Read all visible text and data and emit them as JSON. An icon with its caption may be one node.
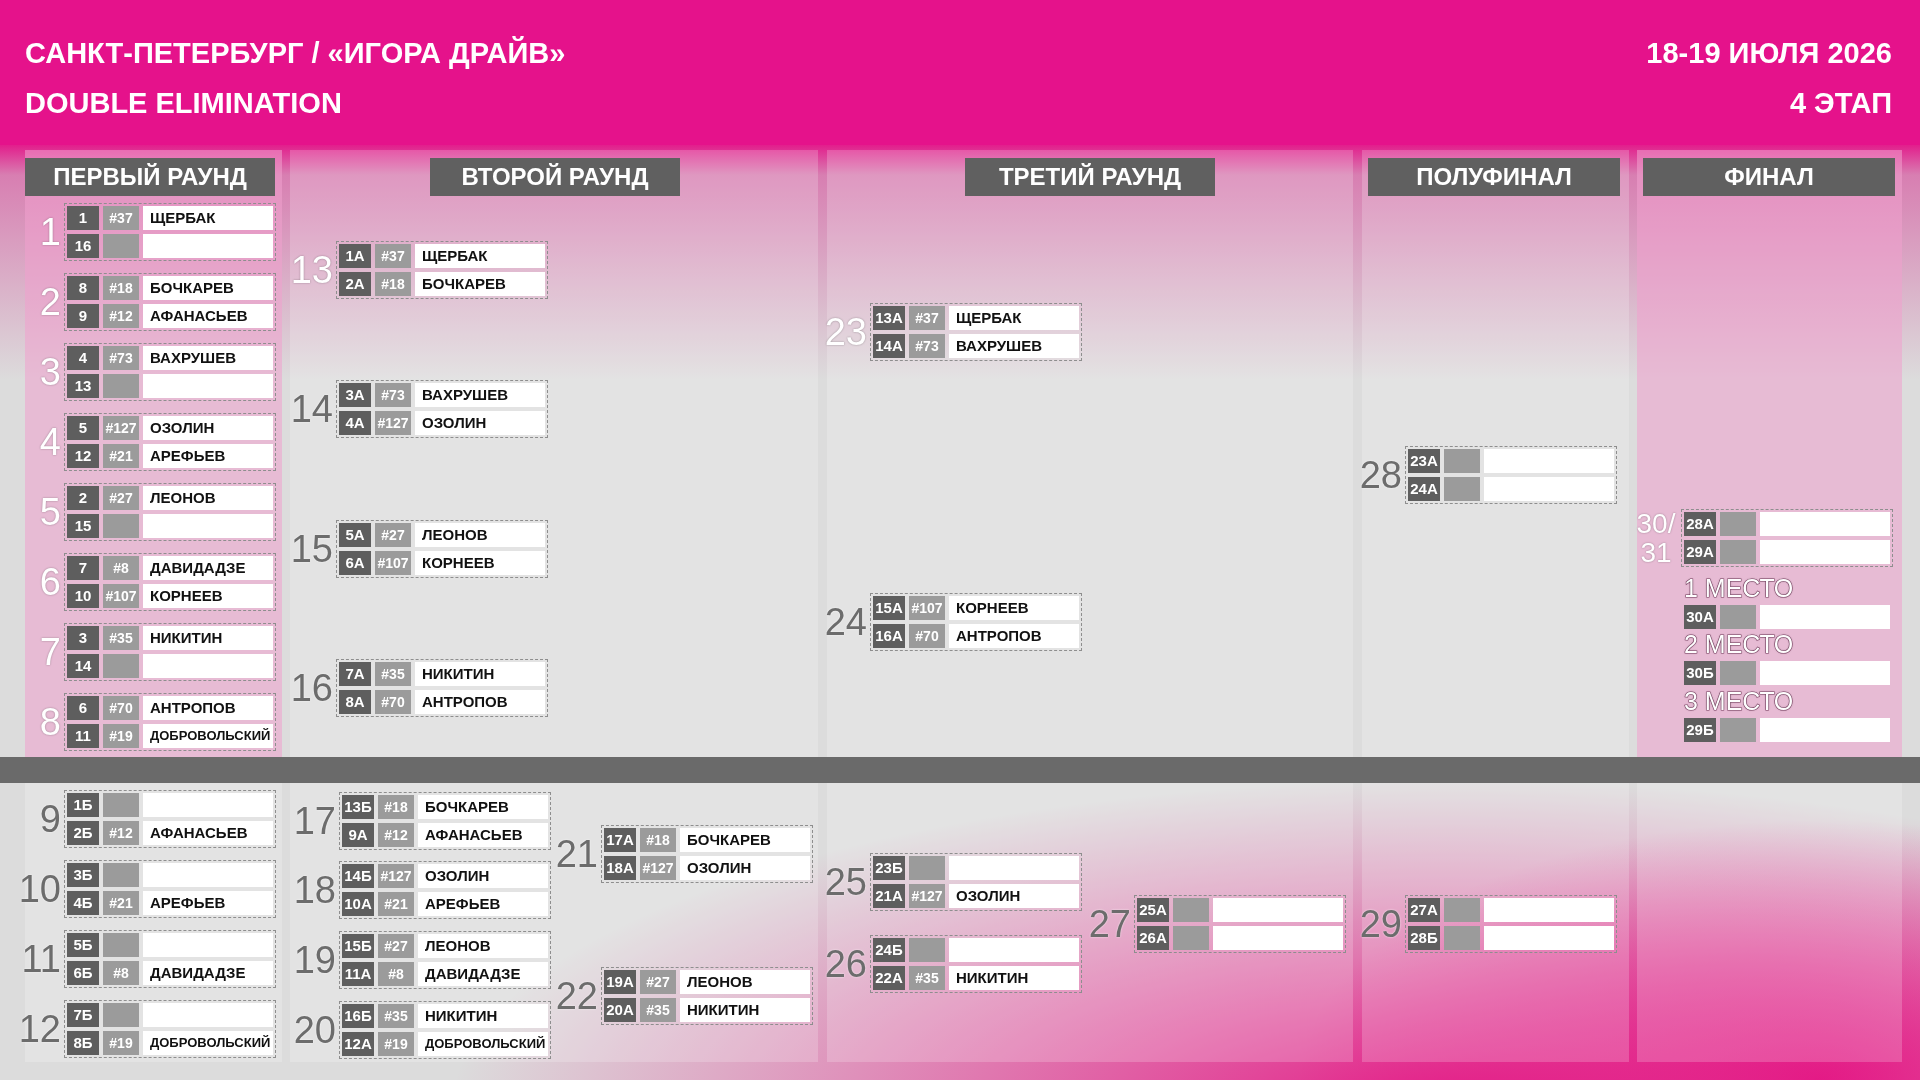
{
  "diagram": {
    "title": "САНКТ-ПЕТЕРБУРГ / «ИГОРА ДРАЙВ»",
    "nodes": [
      {
        "text": [
          "ПЕРВЫЙ РАУНД"
        ]
      },
      {
        "text": [
          "1"
        ]
      },
      {
        "text": [
          "1"
        ],
        "in": 1
      },
      {
        "text": [
          "#37"
        ],
        "in": 1
      },
      {
        "text": [
          "ЩЕРБАК"
        ],
        "in": 1
      },
      {
        "text": [
          "16"
        ],
        "in": 1
      },
      {
        "text": [],
        "shape": "box",
        "in": 1
      },
      {
        "text": [],
        "shape": "box",
        "in": 1
      },
      {
        "text": [
          "2"
        ]
      },
      {
        "text": [
          "8"
        ],
        "in": 8
      },
      {
        "text": [
          "#18"
        ],
        "in": 8
      },
      {
        "text": [
          "БОЧКАРЕВ"
        ],
        "in": 8
      },
      {
        "text": [
          "9"
        ],
        "in": 8
      },
      {
        "text": [
          "#12"
        ],
        "in": 8
      },
      {
        "text": [
          "АФАНАСЬЕВ"
        ],
        "in": 8
      },
      {
        "text": [
          "3"
        ]
      },
      {
        "text": [
          "4"
        ],
        "in": 15
      },
      {
        "text": [
          "#73"
        ],
        "in": 15
      },
      {
        "text": [
          "ВАХРУШЕВ"
        ],
        "in": 15
      },
      {
        "text": [
          "13"
        ],
        "in": 15
      },
      {
        "text": [],
        "shape": "box",
        "in": 15
      },
      {
        "text": [],
        "shape": "box",
        "in": 15
      },
      {
        "text": [
          "4"
        ]
      },
      {
        "text": [
          "5"
        ],
        "in": 22
      },
      {
        "text": [
          "#127"
        ],
        "in": 22
      },
      {
        "text": [
          "ОЗОЛИН"
        ],
        "in": 22
      },
      {
        "text": [
          "12"
        ],
        "in": 22
      },
      {
        "text": [
          "#21"
        ],
        "in": 22
      },
      {
        "text": [
          "АРЕФЬЕВ"
        ],
        "in": 22
      },
      {
        "text": [
          "5"
        ]
      },
      {
        "text": [
          "2"
        ],
        "in": 29
      },
      {
        "text": [
          "#27"
        ],
        "in": 29
      },
      {
        "text": [
          "ЛЕОНОВ"
        ],
        "in": 29
      },
      {
        "text": [
          "15"
        ],
        "in": 29
      },
      {
        "text": [],
        "shape": "box",
        "in": 29
      },
      {
        "text": [],
        "shape": "box",
        "in": 29
      },
      {
        "text": [
          "6"
        ]
      },
      {
        "text": [
          "7"
        ],
        "in": 36
      },
      {
        "text": [
          "#8"
        ],
        "in": 36
      },
      {
        "text": [
          "ДАВИДАДЗЕ"
        ],
        "in": 36
      },
      {
        "text": [
          "10"
        ],
        "in": 36
      },
      {
        "text": [
          "#107"
        ],
        "in": 36
      },
      {
        "text": [
          "КОРНЕЕВ"
        ],
        "in": 36
      },
      {
        "text": [
          "7"
        ]
      },
      {
        "text": [
          "3"
        ],
        "in": 43
      },
      {
        "text": [
          "#35"
        ],
        "in": 43
      },
      {
        "text": [
          "НИКИТИН"
        ],
        "in": 43
      },
      {
        "text": [
          "14"
        ],
        "in": 43
      },
      {
        "text": [],
        "shape": "box",
        "in": 43
      },
      {
        "text": [],
        "shape": "box",
        "in": 43
      },
      {
        "text": [
          "8"
        ]
      },
      {
        "text": [
          "6"
        ],
        "in": 50
      },
      {
        "text": [
          "#70"
        ],
        "in": 50
      },
      {
        "text": [
          "АНТРОПОВ"
        ],
        "in": 50
      },
      {
        "text": [
          "11"
        ],
        "in": 50
      },
      {
        "text": [
          "#19"
        ],
        "in": 50
      },
      {
        "text": [
          "ДОБРОВОЛЬСКИЙ"
        ],
        "in": 50
      },
      {
        "text": [
          "9"
        ]
      },
      {
        "text": [
          "1Б"
        ],
        "in": 57
      },
      {
        "text": [],
        "shape": "box",
        "in": 57
      },
      {
        "text": [],
        "shape": "box",
        "in": 57
      },
      {
        "text": [
          "2Б"
        ],
        "in": 57
      },
      {
        "text": [
          "#12"
        ],
        "in": 57
      },
      {
        "text": [
          "АФАНАСЬЕВ"
        ],
        "in": 57
      },
      {
        "text": [
          "10"
        ]
      },
      {
        "text": [
          "3Б"
        ],
        "in": 64
      },
      {
        "text": [],
        "shape": "box",
        "in": 64
      },
      {
        "text": [],
        "shape": "box",
        "in": 64
      },
      {
        "text": [
          "4Б"
        ],
        "in": 64
      },
      {
        "text": [
          "#21"
        ],
        "in": 64
      },
      {
        "text": [
          "АРЕФЬЕВ"
        ],
        "in": 64
      },
      {
        "text": [
          "11"
        ]
      },
      {
        "text": [
          "5Б"
        ],
        "in": 71
      },
      {
        "text": [],
        "shape": "box",
        "in": 71
      },
      {
        "text": [],
        "shape": "box",
        "in": 71
      },
      {
        "text": [
          "6Б"
        ],
        "in": 71
      },
      {
        "text": [
          "#8"
        ],
        "in": 71
      },
      {
        "text": [
          "ДАВИДАДЗЕ"
        ],
        "in": 71
      },
      {
        "text": [
          "12"
        ]
      },
      {
        "text": [
          "7Б"
        ],
        "in": 78
      },
      {
        "text": [],
        "shape": "box",
        "in": 78
      },
      {
        "text": [],
        "shape": "box",
        "in": 78
      },
      {
        "text": [
          "8Б"
        ],
        "in": 78
      },
      {
        "text": [
          "#19"
        ],
        "in": 78
      },
      {
        "text": [
          "ДОБРОВОЛЬСКИЙ"
        ],
        "in": 78
      },
      {
        "text": [
          "ВТОРОЙ РАУНД"
        ]
      },
      {
        "text": [
          "13"
        ]
      },
      {
        "text": [
          "1А"
        ],
        "in": 86
      },
      {
        "text": [
          "#37"
        ],
        "in": 86
      },
      {
        "text": [
          "ЩЕРБАК"
        ],
        "in": 86
      },
      {
        "text": [
          "2А"
        ],
        "in": 86
      },
      {
        "text": [
          "#18"
        ],
        "in": 86
      },
      {
        "text": [
          "БОЧКАРЕВ"
        ],
        "in": 86
      },
      {
        "text": [
          "14"
        ]
      },
      {
        "text": [
          "3А"
        ],
        "in": 93
      },
      {
        "text": [
          "#73"
        ],
        "in": 93
      },
      {
        "text": [
          "ВАХРУШЕВ"
        ],
        "in": 93
      },
      {
        "text": [
          "4А"
        ],
        "in": 93
      },
      {
        "text": [
          "#127"
        ],
        "in": 93
      },
      {
        "text": [
          "ОЗОЛИН"
        ],
        "in": 93
      },
      {
        "text": [
          "15"
        ]
      },
      {
        "text": [
          "5А"
        ],
        "in": 100
      },
      {
        "text": [
          "#27"
        ],
        "in": 100
      },
      {
        "text": [
          "ЛЕОНОВ"
        ],
        "in": 100
      },
      {
        "text": [
          "6А"
        ],
        "in": 100
      },
      {
        "text": [
          "#107"
        ],
        "in": 100
      },
      {
        "text": [
          "КОРНЕЕВ"
        ],
        "in": 100
      },
      {
        "text": [
          "16"
        ]
      },
      {
        "text": [
          "7А"
        ],
        "in": 107
      },
      {
        "text": [
          "#35"
        ],
        "in": 107
      },
      {
        "text": [
          "НИКИТИН"
        ],
        "in": 107
      },
      {
        "text": [
          "8А"
        ],
        "in": 107
      },
      {
        "text": [
          "#70"
        ],
        "in": 107
      },
      {
        "text": [
          "АНТРОПОВ"
        ],
        "in": 107
      },
      {
        "text": [
          "17"
        ]
      },
      {
        "text": [
          "13Б"
        ],
        "in": 114
      },
      {
        "text": [
          "#18"
        ],
        "in": 114
      },
      {
        "text": [
          "БОЧКАРЕВ"
        ],
        "in": 114
      },
      {
        "text": [
          "9А"
        ],
        "in": 114
      },
      {
        "text": [
          "#12"
        ],
        "in": 114
      },
      {
        "text": [
          "АФАНАСЬЕВ"
        ],
        "in": 114
      },
      {
        "text": [
          "18"
        ]
      },
      {
        "text": [
          "14Б"
        ],
        "in": 121
      },
      {
        "text": [
          "#127"
        ],
        "in": 121
      },
      {
        "text": [
          "ОЗОЛИН"
        ],
        "in": 121
      },
      {
        "text": [
          "10А"
        ],
        "in": 121
      },
      {
        "text": [
          "#21"
        ],
        "in": 121
      },
      {
        "text": [
          "АРЕФЬЕВ"
        ],
        "in": 121
      },
      {
        "text": [
          "19"
        ]
      },
      {
        "text": [
          "15Б"
        ],
        "in": 128
      },
      {
        "text": [
          "#27"
        ],
        "in": 128
      },
      {
        "text": [
          "ЛЕОНОВ"
        ],
        "in": 128
      },
      {
        "text": [
          "11А"
        ],
        "in": 128
      },
      {
        "text": [
          "#8"
        ],
        "in": 128
      },
      {
        "text": [
          "ДАВИДАДЗЕ"
        ],
        "in": 128
      },
      {
        "text": [
          "20"
        ]
      },
      {
        "text": [
          "16Б"
        ],
        "in": 135
      },
      {
        "text": [
          "#35"
        ],
        "in": 135
      },
      {
        "text": [
          "НИКИТИН"
        ],
        "in": 135
      },
      {
        "text": [
          "12А"
        ],
        "in": 135
      },
      {
        "text": [
          "#19"
        ],
        "in": 135
      },
      {
        "text": [
          "ДОБРОВОЛЬСКИЙ"
        ],
        "in": 135
      },
      {
        "text": [
          "21"
        ]
      },
      {
        "text": [
          "17А"
        ],
        "in": 142
      },
      {
        "text": [
          "#18"
        ],
        "in": 142
      },
      {
        "text": [
          "БОЧКАРЕВ"
        ],
        "in": 142
      },
      {
        "text": [
          "18А"
        ],
        "in": 142
      },
      {
        "text": [
          "#127"
        ],
        "in": 142
      },
      {
        "text": [
          "ОЗОЛИН"
        ],
        "in": 142
      },
      {
        "text": [
          "22"
        ]
      },
      {
        "text": [
          "19А"
        ],
        "in": 149
      },
      {
        "text": [
          "#27"
        ],
        "in": 149
      },
      {
        "text": [
          "ЛЕОНОВ"
        ],
        "in": 149
      },
      {
        "text": [
          "20А"
        ],
        "in": 149
      },
      {
        "text": [
          "#35"
        ],
        "in": 149
      },
      {
        "text": [
          "НИКИТИН"
        ],
        "in": 149
      },
      {
        "text": [
          "ТРЕТИЙ РАУНД"
        ]
      },
      {
        "text": [
          "23"
        ]
      },
      {
        "text": [
          "13А"
        ],
        "in": 157
      },
      {
        "text": [
          "#37"
        ],
        "in": 157
      },
      {
        "text": [
          "ЩЕРБАК"
        ],
        "in": 157
      },
      {
        "text": [
          "14А"
        ],
        "in": 157
      },
      {
        "text": [
          "#73"
        ],
        "in": 157
      },
      {
        "text": [
          "ВАХРУШЕВ"
        ],
        "in": 157
      },
      {
        "text": [
          "24"
        ]
      },
      {
        "text": [
          "15А"
        ],
        "in": 164
      },
      {
        "text": [
          "#107"
        ],
        "in": 164
      },
      {
        "text": [
          "КОРНЕЕВ"
        ],
        "in": 164
      },
      {
        "text": [
          "16А"
        ],
        "in": 164
      },
      {
        "text": [
          "#70"
        ],
        "in": 164
      },
      {
        "text": [
          "АНТРОПОВ"
        ],
        "in": 164
      },
      {
        "text": [
          "25"
        ]
      },
      {
        "text": [
          "23Б"
        ],
        "in": 171
      },
      {
        "text": [],
        "shape": "box",
        "in": 171
      },
      {
        "text": [],
        "shape": "box",
        "in": 171
      },
      {
        "text": [
          "21А"
        ],
        "in": 171
      },
      {
        "text": [
          "#127"
        ],
        "in": 171
      },
      {
        "text": [
          "ОЗОЛИН"
        ],
        "in": 171
      },
      {
        "text": [
          "26"
        ]
      },
      {
        "text": [
          "24Б"
        ],
        "in": 178
      },
      {
        "text": [],
        "shape": "box",
        "in": 178
      },
      {
        "text": [],
        "shape": "box",
        "in": 178
      },
      {
        "text": [
          "22А"
        ],
        "in": 178
      },
      {
        "text": [
          "#35"
        ],
        "in": 178
      },
      {
        "text": [
          "НИКИТИН"
        ],
        "in": 178
      },
      {
        "text": [
          "27"
        ]
      },
      {
        "text": [
          "25А"
        ],
        "in": 185
      },
      {
        "text": [],
        "shape": "box",
        "in": 185
      },
      {
        "text": [],
        "shape": "box",
        "in": 185
      },
      {
        "text": [
          "26А"
        ],
        "in": 185
      },
      {
        "text": [],
        "shape": "box",
        "in": 185
      },
      {
        "text": [],
        "shape": "box",
        "in": 185
      },
      {
        "text": [
          "ПОЛУФИНАЛ"
        ]
      },
      {
        "text": [
          "28"
        ]
      },
      {
        "text": [
          "23А"
        ],
        "in": 193
      },
      {
        "text": [],
        "shape": "box",
        "in": 193
      },
      {
        "text": [],
        "shape": "box",
        "in": 193
      },
      {
        "text": [
          "24А"
        ],
        "in": 193
      },
      {
        "text": [],
        "shape": "box",
        "in": 193
      },
      {
        "text": [],
        "shape": "box",
        "in": 193
      },
      {
        "text": [
          "29"
        ]
      },
      {
        "text": [
          "27А"
        ],
        "in": 200
      },
      {
        "text": [],
        "shape": "box",
        "in": 200
      },
      {
        "text": [],
        "shape": "box",
        "in": 200
      },
      {
        "text": [
          "28Б"
        ],
        "in": 200
      },
      {
        "text": [],
        "shape": "box",
        "in": 200
      },
      {
        "text": [],
        "shape": "box",
        "in": 200
      },
      {
        "text": [
          "ФИНАЛ"
        ]
      },
      {
        "text": [
          "30/ 31"
        ]
      },
      {
        "text": [
          "28А"
        ],
        "in": 208
      },
      {
        "text": [],
        "shape": "box",
        "in": 208
      },
      {
        "text": [],
        "shape": "box",
        "in": 208
      },
      {
        "text": [
          "29А"
        ],
        "in": 208
      },
      {
        "text": [],
        "shape": "box",
        "in": 208
      },
      {
        "text": [],
        "shape": "box",
        "in": 208
      },
      {
        "text": [
          "30А"
        ]
      },
      {
        "text": [],
        "shape": "box"
      },
      {
        "text": [],
        "shape": "box"
      },
      {
        "text": [
          "30Б"
        ]
      },
      {
        "text": [],
        "shape": "box"
      },
      {
        "text": [],
        "shape": "box"
      },
      {
        "text": [
          "29Б"
        ]
      },
      {
        "text": [],
        "shape": "box"
      },
      {
        "text": [],
        "shape": "box"
      },
      {
        "text": [],
        "shape": "bar"
      }
    ],
    "labels": [
      "18-19 ИЮЛЯ 2026",
      "DOUBLE ELIMINATION",
      "4 ЭТАП",
      "1 МЕСТО",
      "2 МЕСТО",
      "3 МЕСТО"
    ]
  }
}
